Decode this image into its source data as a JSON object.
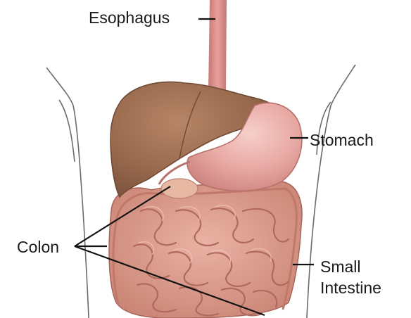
{
  "labels": {
    "esophagus": "Esophagus",
    "stomach": "Stomach",
    "colon": "Colon",
    "small_intestine_line1": "Small",
    "small_intestine_line2": "Intestine"
  },
  "colors": {
    "background": "#ffffff",
    "liver": "#9c6b50",
    "stomach": "#e8a9a4",
    "intestine": "#dd9f8f",
    "esophagus": "#d98d88",
    "body_outline": "#6b6b6b",
    "leader_line": "#111111"
  }
}
